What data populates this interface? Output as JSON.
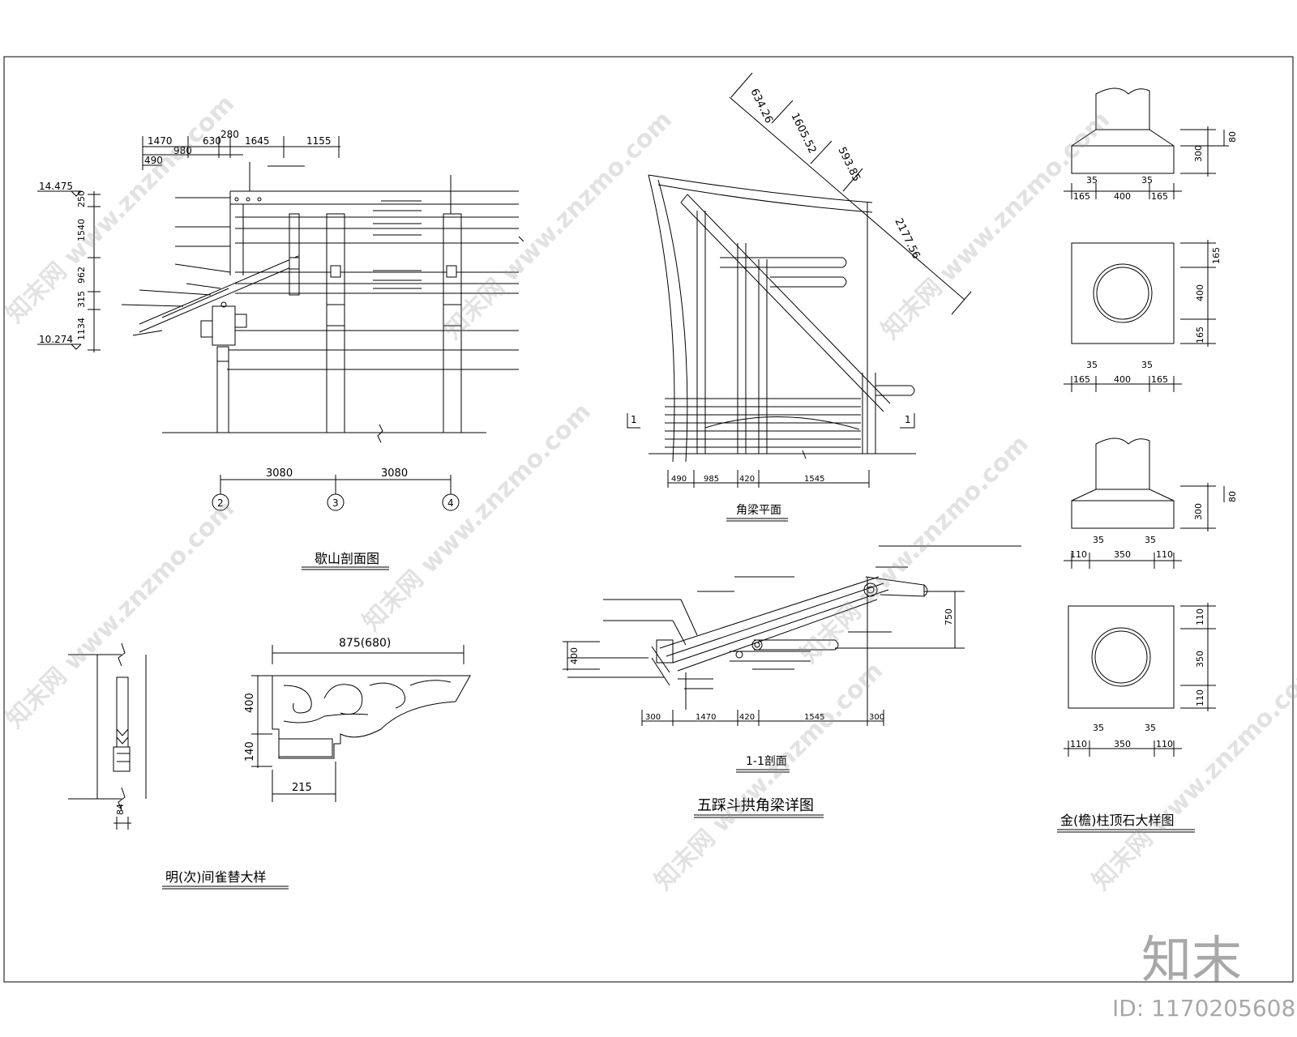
{
  "watermark": {
    "text": "知末网 www.znzmo.com",
    "logo": "知末",
    "id": "ID: 1170205608"
  },
  "colors": {
    "line": "#000000",
    "watermark": "#9a9a9a"
  },
  "xieshan": {
    "title": "歇山剖面图",
    "top_dims": [
      "1470",
      "980",
      "630",
      "280",
      "1645",
      "1155",
      "490"
    ],
    "elev_top": "14.475",
    "elev_bot": "10.274",
    "left_dims": [
      "250",
      "1540",
      "962",
      "315",
      "1134"
    ],
    "axis_dims": [
      "3080",
      "3080"
    ],
    "axes": [
      "2",
      "3",
      "4"
    ]
  },
  "jiaoliang": {
    "title": "角梁平面",
    "diag_dims": [
      "634.26",
      "1605.52",
      "593.85",
      "2177.56"
    ],
    "bottom_dims": [
      "490",
      "985",
      "420",
      "1545"
    ],
    "cut_mark": "1"
  },
  "section11": {
    "title": "1-1剖面",
    "dims_bottom": [
      "300",
      "1470",
      "420",
      "1545",
      "300"
    ],
    "dim_left": "400",
    "dim_right": "750"
  },
  "wucai": {
    "title": "五踩斗拱角梁详图"
  },
  "quti": {
    "title": "明(次)间雀替大样",
    "dim_top": "875(680)",
    "dim_h1": "400",
    "dim_h2": "140",
    "dim_w": "215",
    "dim_col": "84"
  },
  "zhuding": {
    "title": "金(檐)柱顶石大样图",
    "a": {
      "h": "300",
      "h2": "80",
      "w": [
        "165",
        "400",
        "165"
      ],
      "gap": "35"
    },
    "b": {
      "h": "300",
      "h2": "80",
      "w": [
        "110",
        "350",
        "110"
      ],
      "gap": "35"
    }
  }
}
